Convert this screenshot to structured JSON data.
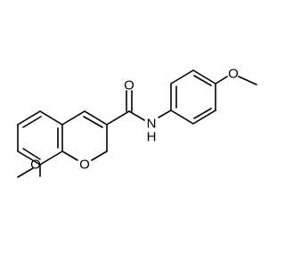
{
  "molecule": {
    "atoms": {
      "carbonyl_oxygen": "O",
      "amide_nitrogen": "N",
      "amide_hydrogen": "H",
      "methoxy_oxygen_phenyl": "O",
      "pyran_oxygen": "O",
      "methoxy_oxygen_chromene": "O"
    }
  },
  "colors": {
    "bond": "#000000",
    "label": "#000000",
    "background": "#ffffff"
  }
}
